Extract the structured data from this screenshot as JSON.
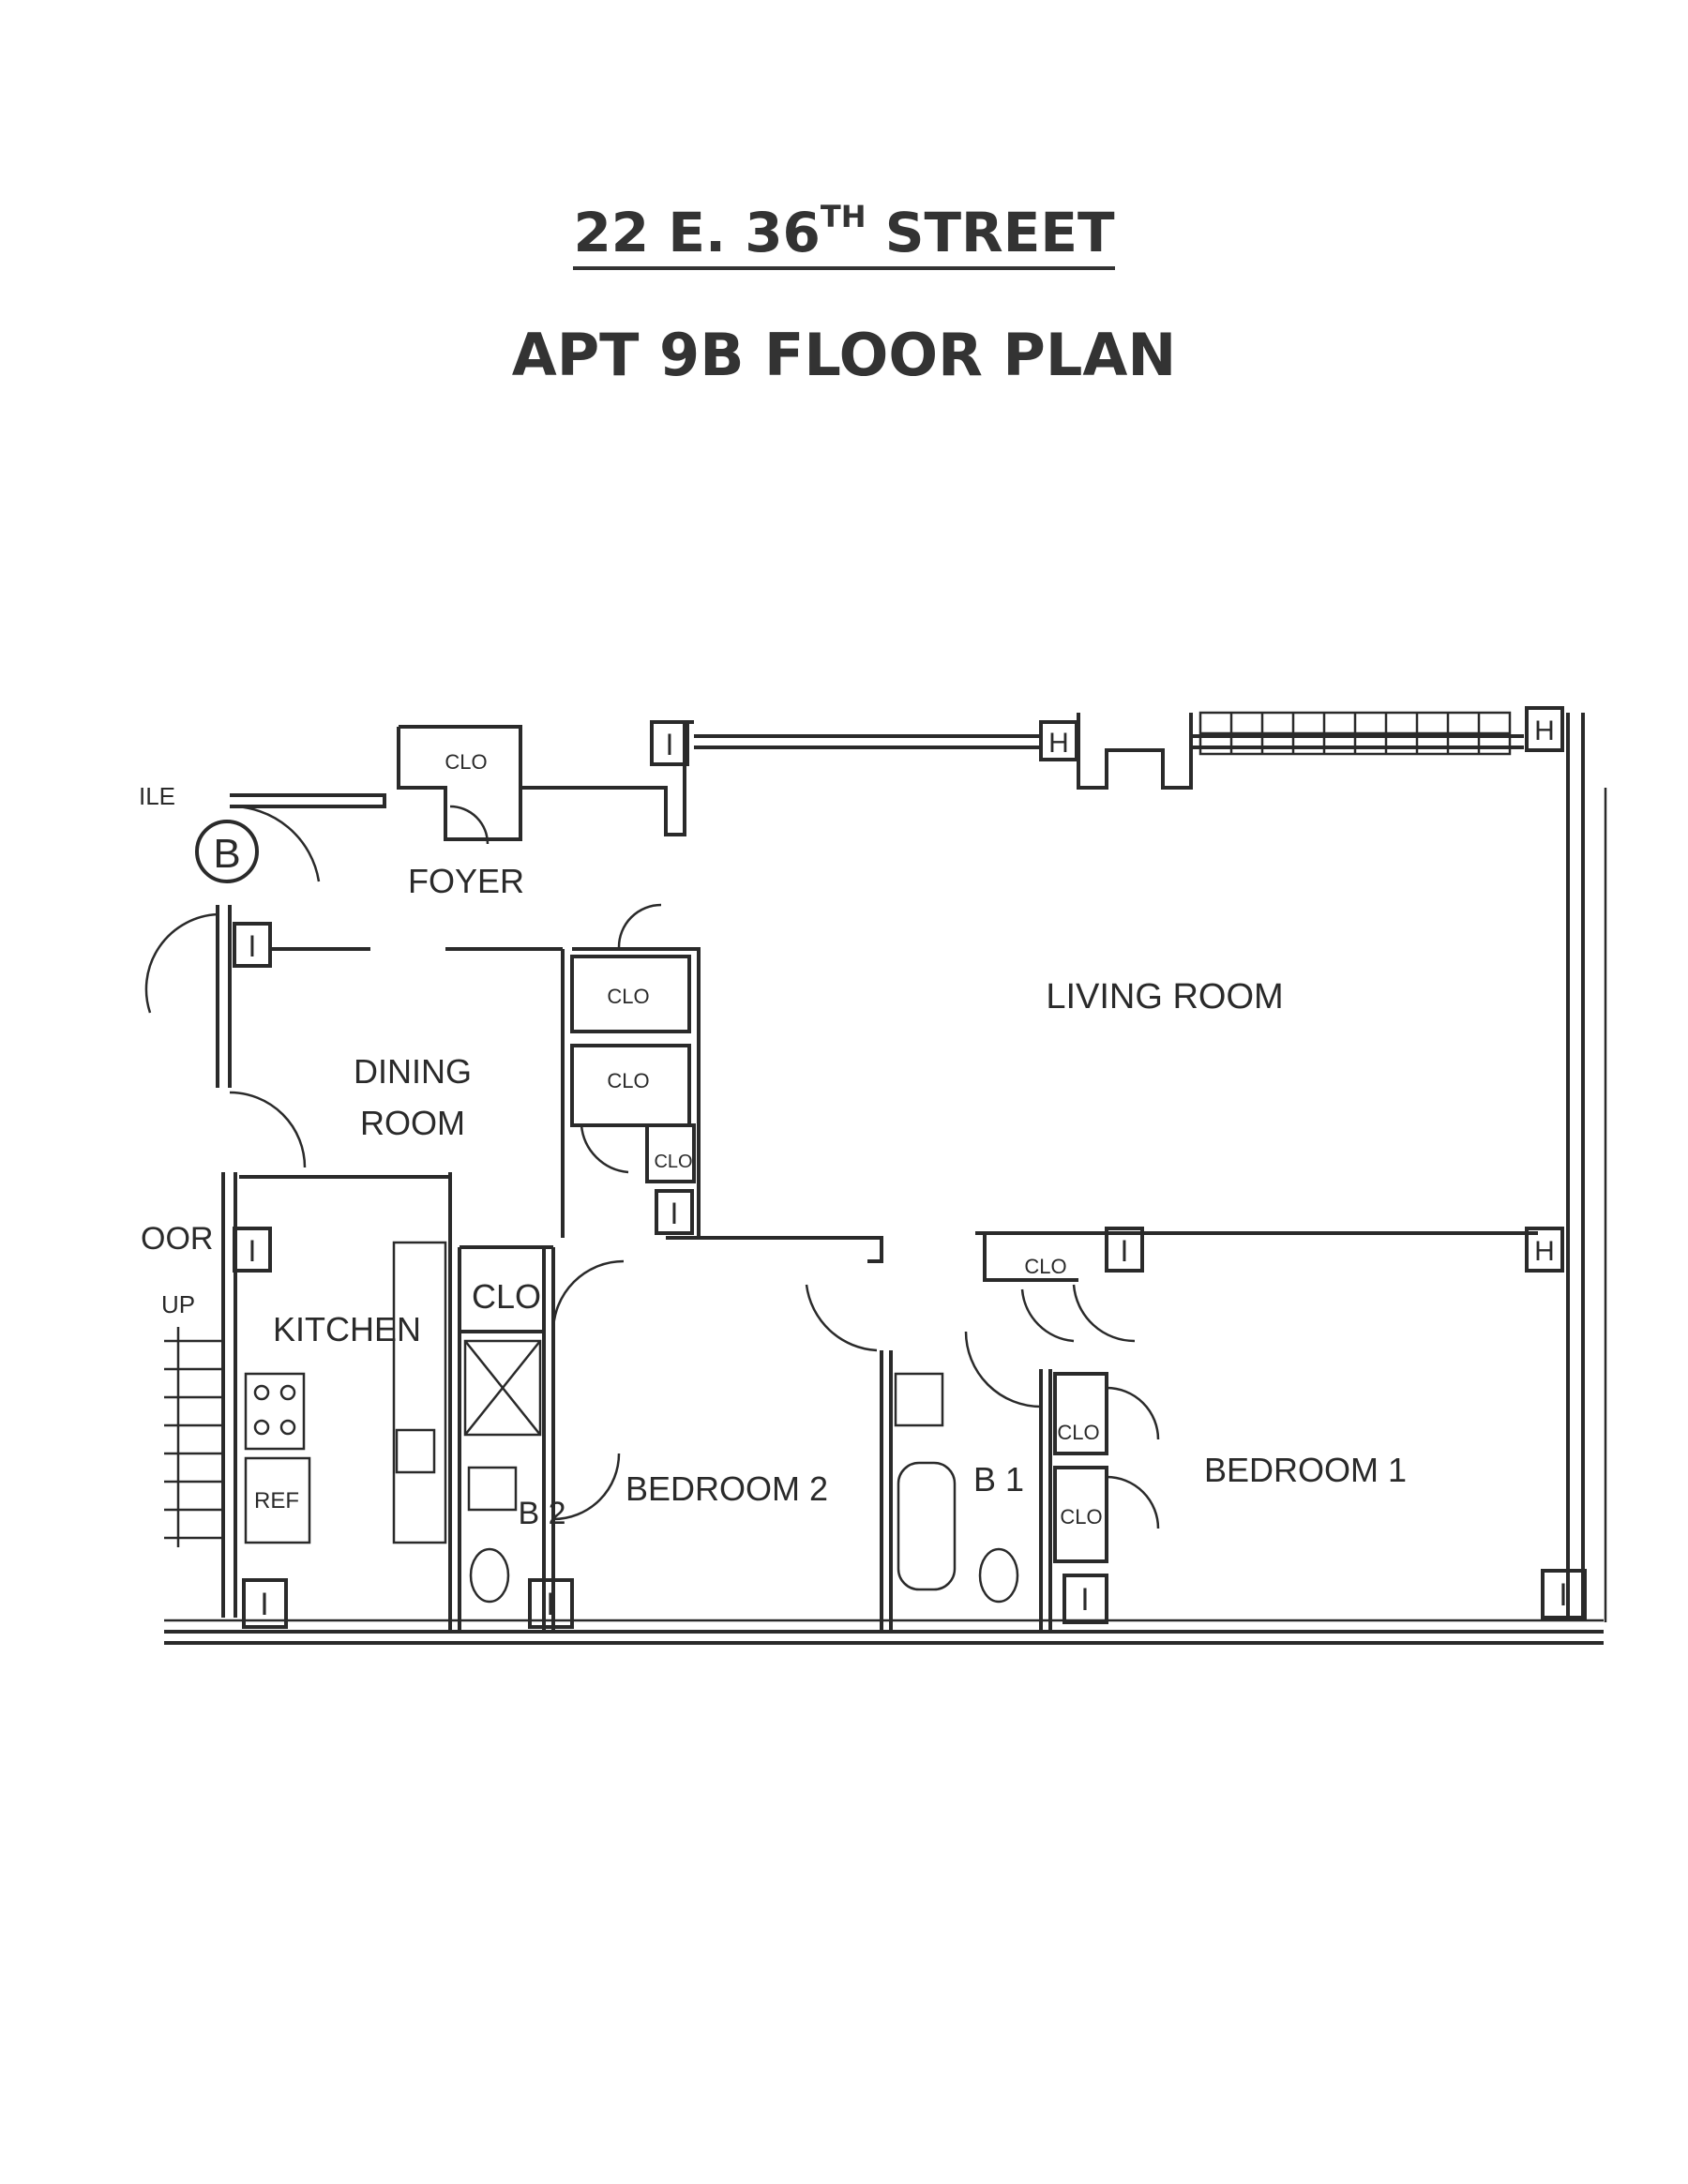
{
  "header": {
    "address_prefix": "22 E. 36",
    "address_superscript": "TH",
    "address_suffix": " STREET",
    "subtitle": "APT 9B FLOOR PLAN"
  },
  "plan": {
    "unit_marker": "B",
    "edge_fragments": {
      "top_left": "ILE",
      "mid_left": "OOR"
    },
    "stair_label": "UP",
    "column_mark": "I",
    "column_mark_alt": "H",
    "rooms": {
      "foyer": "FOYER",
      "dining_line1": "DINING",
      "dining_line2": "ROOM",
      "living": "LIVING ROOM",
      "kitchen": "KITCHEN",
      "ref": "REF",
      "bedroom2": "BEDROOM 2",
      "bath2": "B 2",
      "bath1": "B 1",
      "bedroom1": "BEDROOM 1",
      "closet": "CLO"
    }
  }
}
